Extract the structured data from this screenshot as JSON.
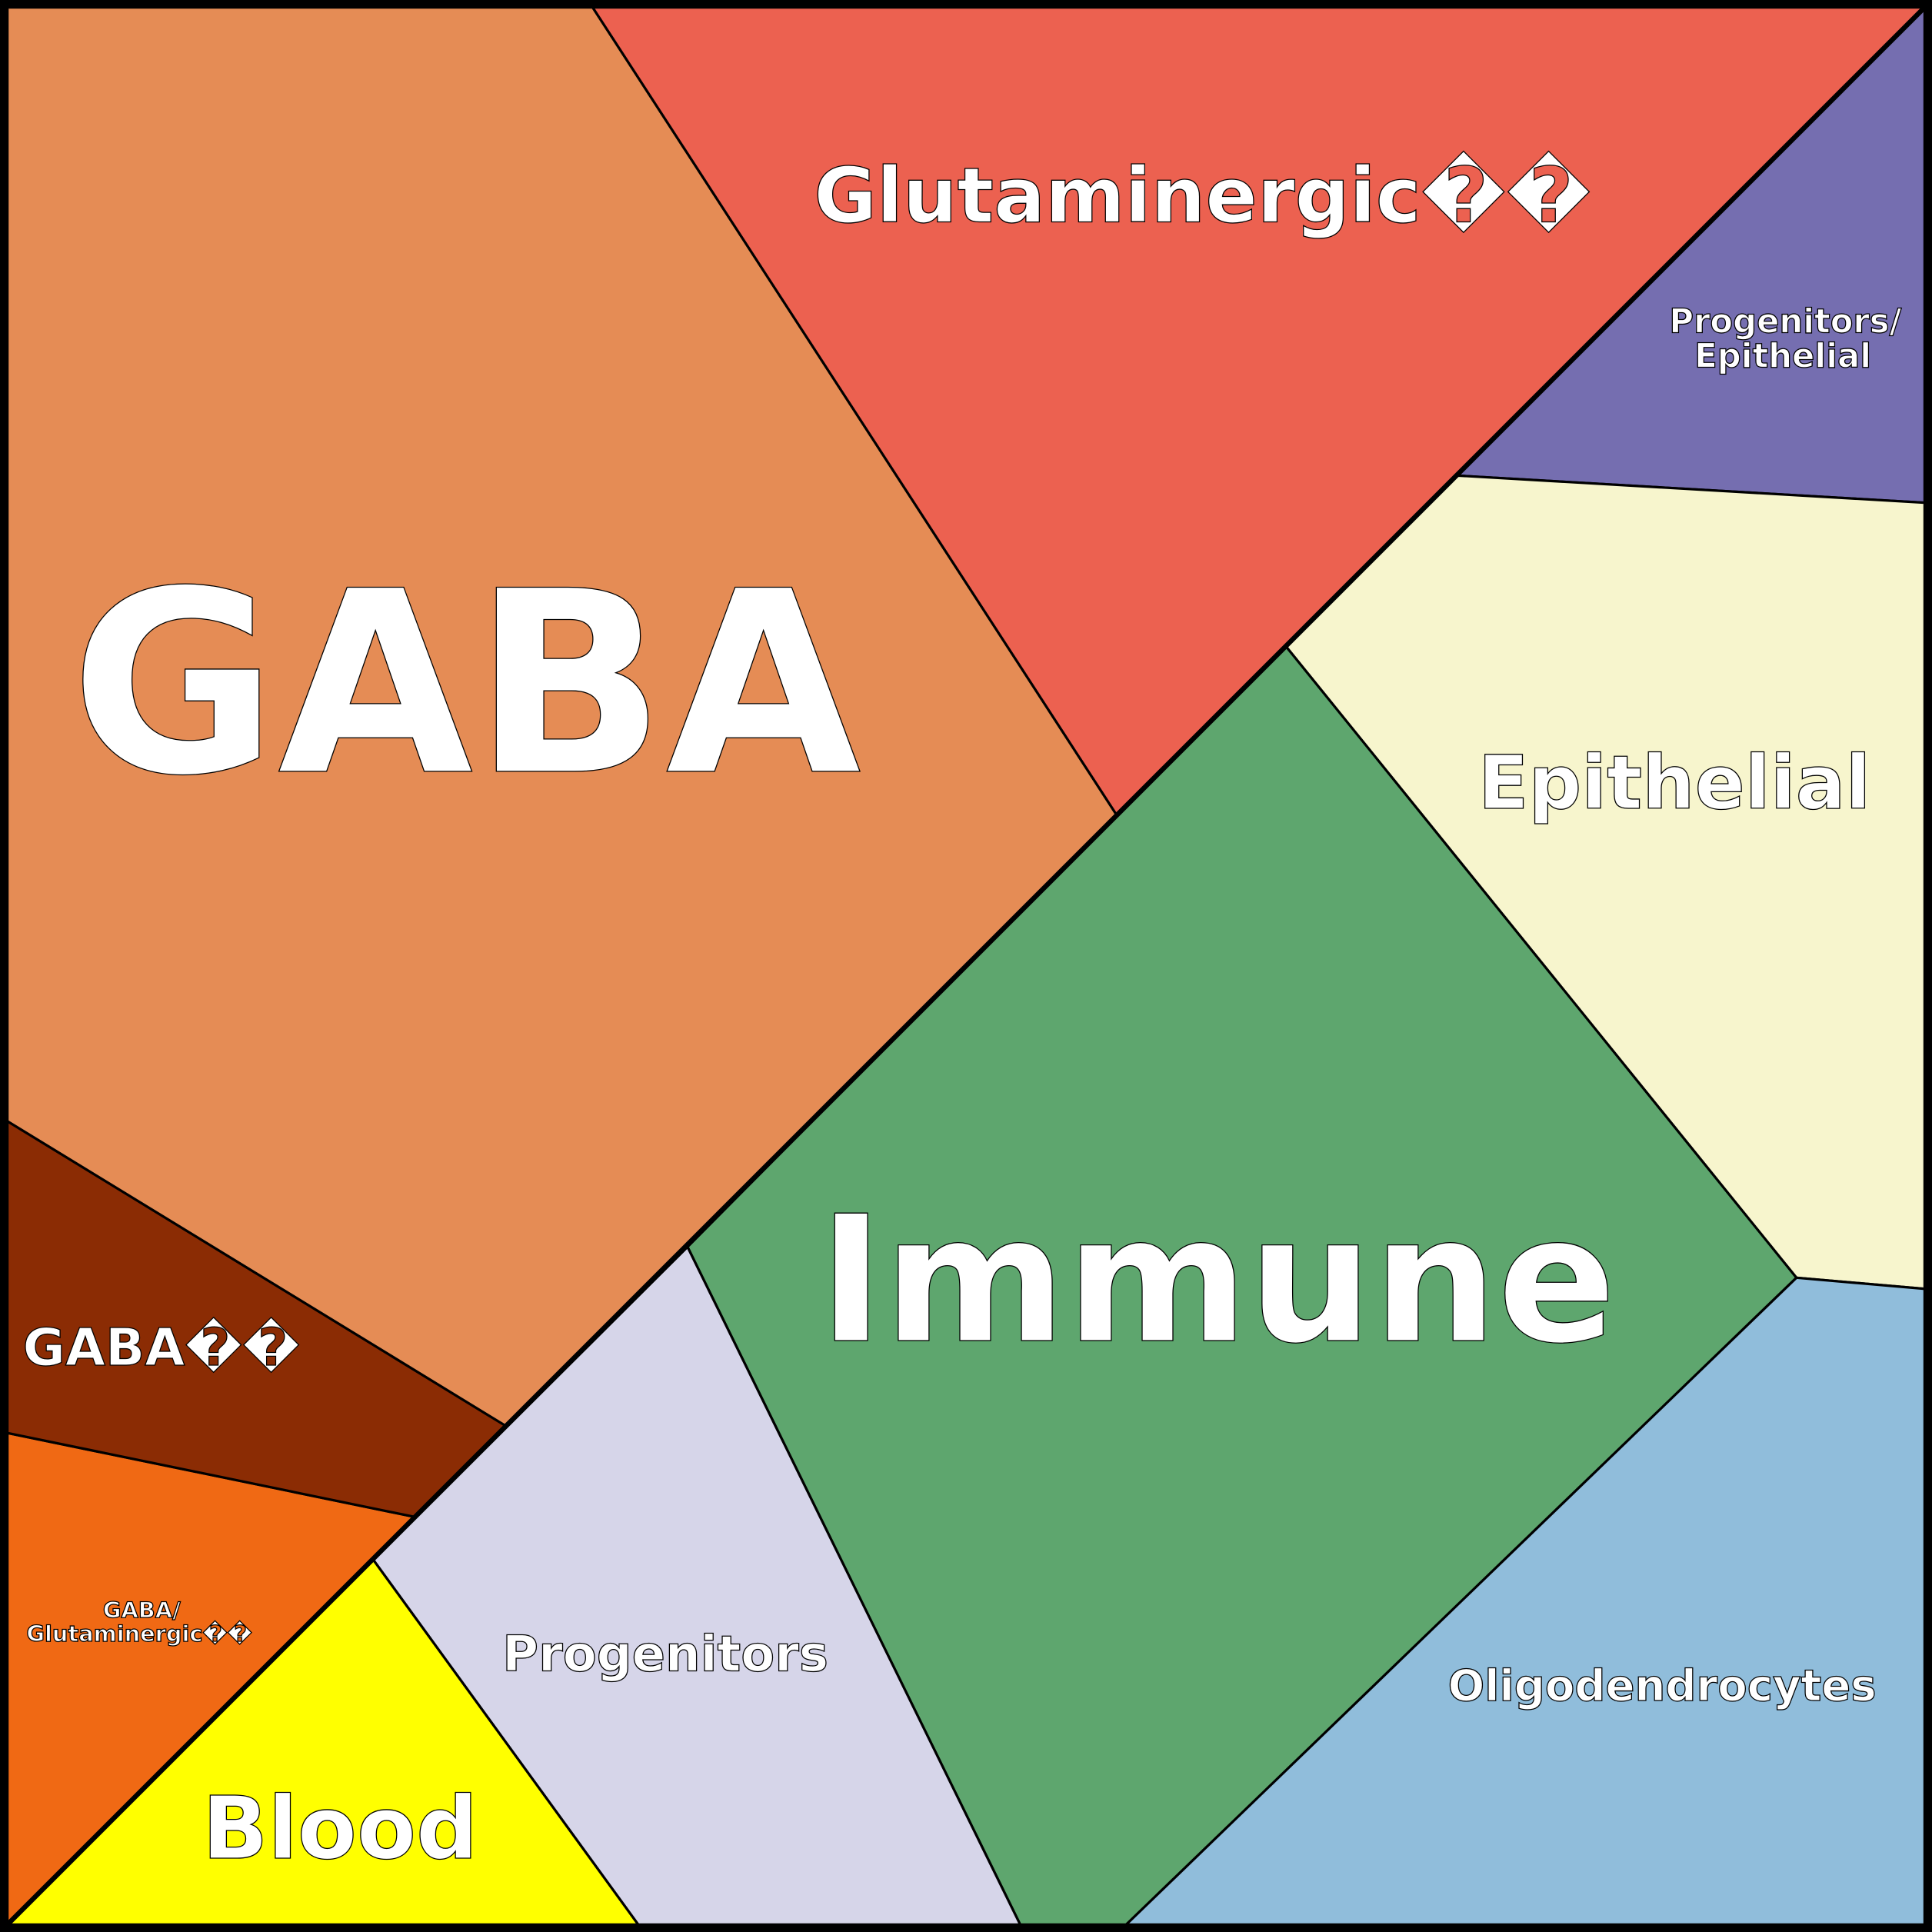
{
  "title": "Cell type Voronoi treemap",
  "colors": {
    "gaba": "#E58C55",
    "glutaminergic": "#EC6150",
    "progenitors_epithelial": "#756EB0",
    "epithelial": "#F7F5CD",
    "immune": "#5EA66E",
    "oligodendrocytes": "#90BDDB",
    "progenitors": "#D6D5E9",
    "blood": "#FFFF00",
    "gaba_glutaminergic": "#F06914",
    "gaba_unknown": "#8B2C04",
    "border": "#000000"
  },
  "cells": {
    "gaba": "GABA",
    "glutaminergic": "Glutaminergic��",
    "progenitors_epithelial_line1": "Progenitors/",
    "progenitors_epithelial_line2": "Epithelial",
    "epithelial": "Epithelial",
    "immune": "Immune",
    "oligodendrocytes": "Oligodendrocytes",
    "progenitors": "Progenitors",
    "blood": "Blood",
    "gaba_glutaminergic_line1": "GABA/",
    "gaba_glutaminergic_line2": "Glutaminergic��",
    "gaba_unknown": "GABA��"
  }
}
